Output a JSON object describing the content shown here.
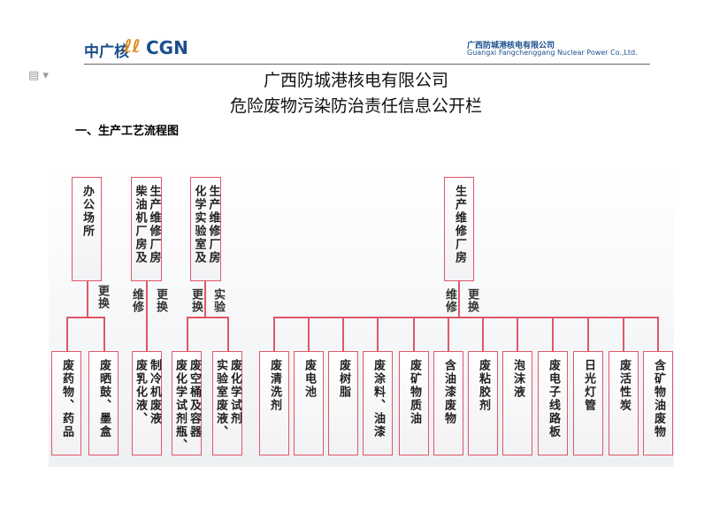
{
  "header": {
    "logo_cn": "中广核",
    "logo_en": "CGN",
    "company_cn": "广西防城港核电有限公司",
    "company_en": "Guangxi Fangchenggang Nuclear Power Co.,Ltd."
  },
  "title": {
    "line1": "广西防城港核电有限公司",
    "line2": "危险废物污染防治责任信息公开栏"
  },
  "section": "一、生产工艺流程图",
  "sources": [
    {
      "lines": [
        "办公场所"
      ],
      "label_left": "",
      "label_right": "更换"
    },
    {
      "lines": [
        "生产维修厂房",
        "柴油机厂房及"
      ],
      "label_left": "维修",
      "label_right": "更换"
    },
    {
      "lines": [
        "生产维修厂房",
        "化学实验室及"
      ],
      "label_left": "更换",
      "label_right": "实验"
    },
    {
      "lines": [
        "生产维修厂房"
      ],
      "label_left": "维修",
      "label_right": "更换"
    }
  ],
  "wastes": [
    {
      "lines": [
        "废药物、药品"
      ]
    },
    {
      "lines": [
        "废晒鼓、墨盒"
      ]
    },
    {
      "lines": [
        "制冷机废液",
        "废乳化液、"
      ]
    },
    {
      "lines": [
        "废空桶及容器",
        "废化学试剂瓶、"
      ]
    },
    {
      "lines": [
        "废化学试剂",
        "实验室废液、"
      ]
    },
    {
      "lines": [
        "废清洗剂"
      ]
    },
    {
      "lines": [
        "废电池"
      ]
    },
    {
      "lines": [
        "废树脂"
      ]
    },
    {
      "lines": [
        "废涂料、油漆"
      ]
    },
    {
      "lines": [
        "废矿物质油"
      ]
    },
    {
      "lines": [
        "含油漆废物"
      ]
    },
    {
      "lines": [
        "废粘胶剂"
      ]
    },
    {
      "lines": [
        "泡沫液"
      ]
    },
    {
      "lines": [
        "废电子线路板"
      ]
    },
    {
      "lines": [
        "日光灯管"
      ]
    },
    {
      "lines": [
        "废活性炭"
      ]
    },
    {
      "lines": [
        "含矿物油废物"
      ]
    }
  ]
}
